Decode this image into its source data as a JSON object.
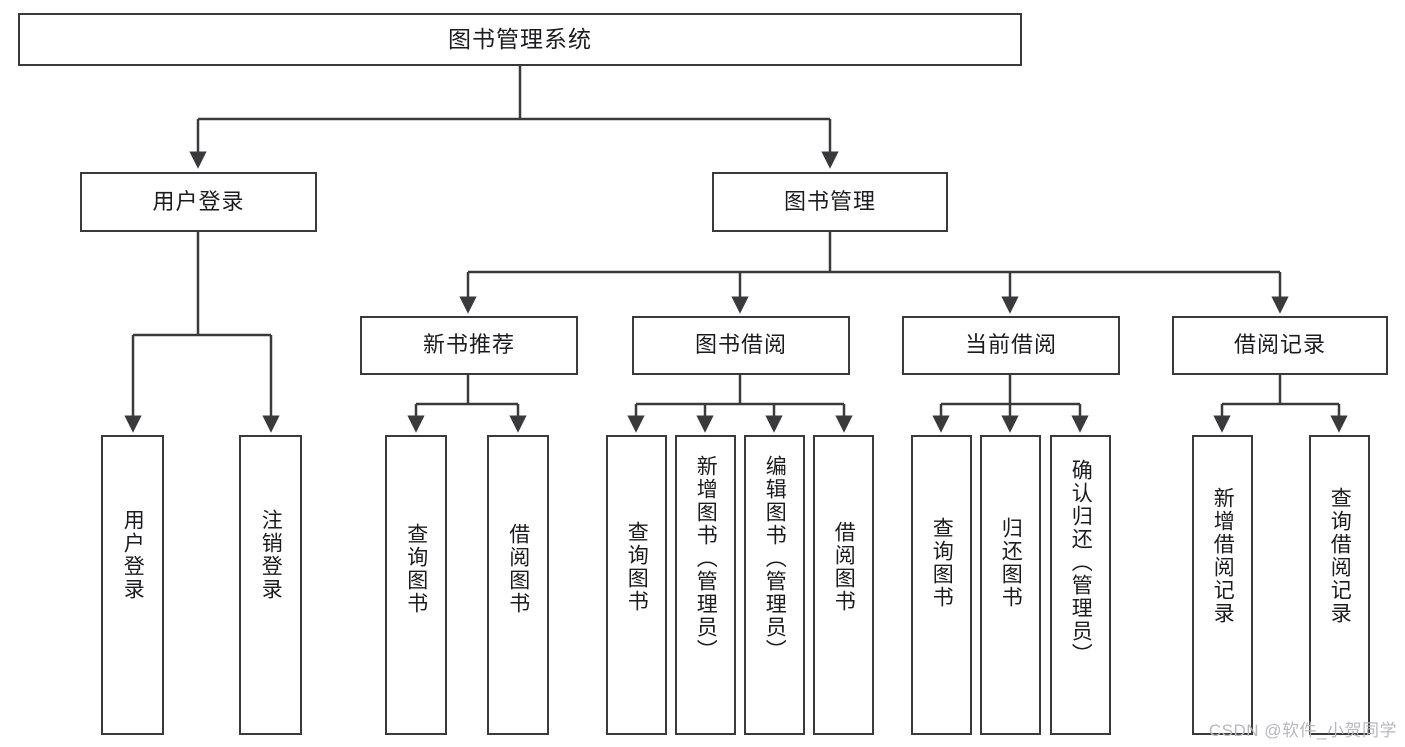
{
  "diagram": {
    "title": "图书管理系统",
    "type": "tree-hierarchy-chart",
    "stroke_color": "#3a3a3c",
    "text_color": "#1c1c1e",
    "background_color": "#ffffff"
  },
  "root": {
    "label": "图书管理系统"
  },
  "level2": [
    {
      "label": "用户登录"
    },
    {
      "label": "图书管理"
    }
  ],
  "level3": [
    {
      "label": "新书推荐"
    },
    {
      "label": "图书借阅"
    },
    {
      "label": "当前借阅"
    },
    {
      "label": "借阅记录"
    }
  ],
  "leaves": {
    "user_login": [
      {
        "label": "用户登录"
      },
      {
        "label": "注销登录"
      }
    ],
    "new_book_recommend": [
      {
        "label": "查询图书"
      },
      {
        "label": "借阅图书"
      }
    ],
    "book_borrow": [
      {
        "label": "查询图书"
      },
      {
        "label": "新增图书（管理员）"
      },
      {
        "label": "编辑图书（管理员）"
      },
      {
        "label": "借阅图书"
      }
    ],
    "current_borrow": [
      {
        "label": "查询图书"
      },
      {
        "label": "归还图书"
      },
      {
        "label": "确认归还（管理员）"
      }
    ],
    "borrow_record": [
      {
        "label": "新增借阅记录"
      },
      {
        "label": "查询借阅记录"
      }
    ]
  },
  "watermark": {
    "text": "CSDN @软件_小贺同学"
  }
}
